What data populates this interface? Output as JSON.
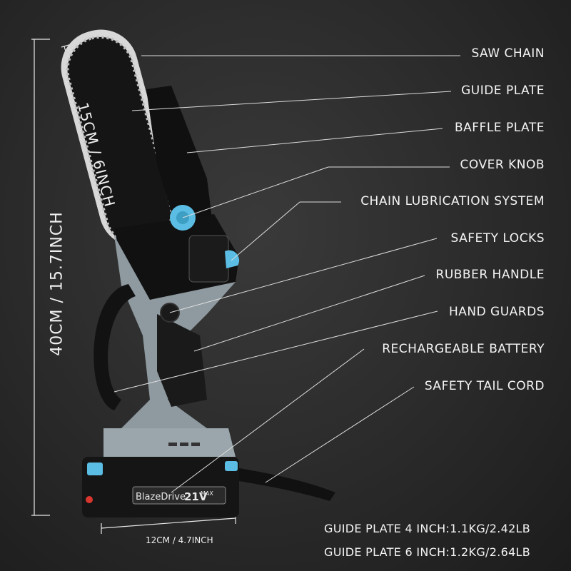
{
  "labels": [
    "SAW CHAIN",
    "GUIDE PLATE",
    "BAFFLE PLATE",
    "COVER KNOB",
    "CHAIN LUBRICATION SYSTEM",
    "SAFETY LOCKS",
    "RUBBER HANDLE",
    "HAND GUARDS",
    "RECHARGEABLE BATTERY",
    "SAFETY TAIL CORD"
  ],
  "dimensions": {
    "height": "40CM / 15.7INCH",
    "bar_length": "15CM / 6INCH",
    "width": "12CM / 4.7INCH"
  },
  "specs": [
    "GUIDE PLATE 4 INCH:1.1KG/2.42LB",
    "GUIDE PLATE 6 INCH:1.2KG/2.64LB"
  ],
  "product": {
    "brand": "BlazeDrive",
    "voltage": "21V",
    "badge": "MAX"
  },
  "colors": {
    "accent_blue": "#5bbde3",
    "body_gray": "#8e9aa0",
    "body_black": "#1e1e1e"
  }
}
